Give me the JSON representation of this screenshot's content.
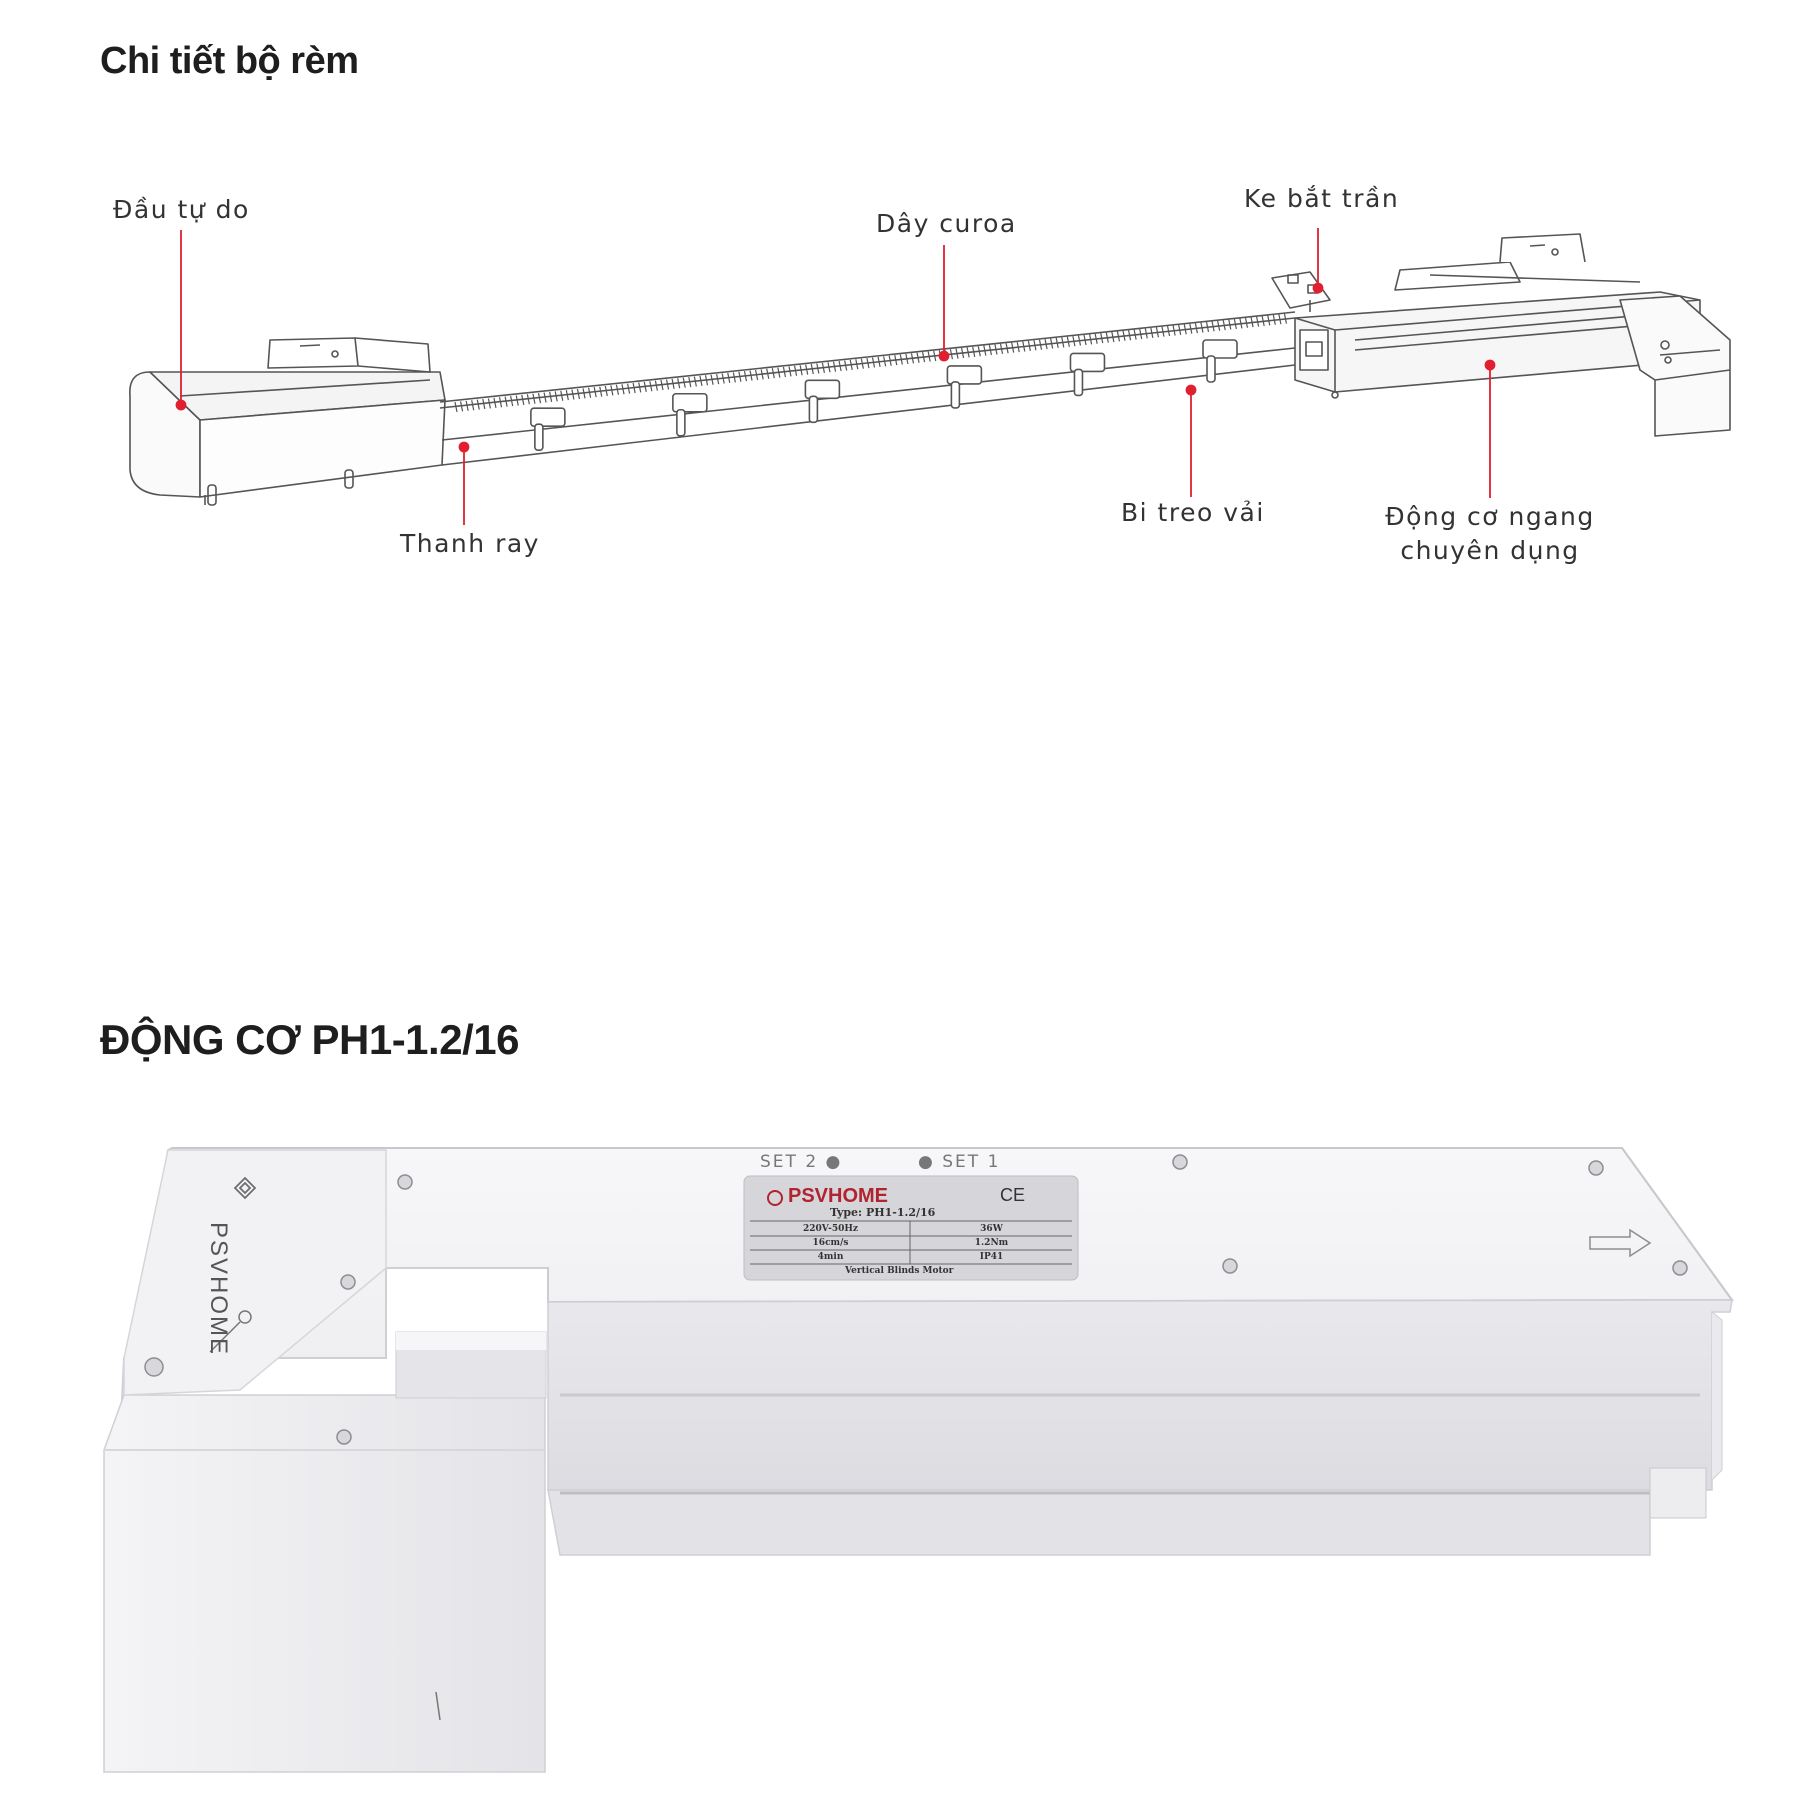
{
  "section1": {
    "title": "Chi tiết bộ rèm",
    "labels": {
      "free_end": "Đầu tự do",
      "belt": "Dây curoa",
      "ceiling_bracket": "Ke bắt trần",
      "rail": "Thanh ray",
      "fabric_hook": "Bi treo vải",
      "motor_line1": "Động cơ ngang",
      "motor_line2": "chuyên dụng"
    }
  },
  "section2": {
    "title": "ĐỘNG CƠ PH1-1.2/16",
    "motor": {
      "side_brand": "PSVHOME",
      "set2": "SET 2",
      "set1": "SET 1",
      "plate": {
        "brand": "PSVHOME",
        "mark": "CE",
        "type": "Type: PH1-1.2/16",
        "specs": [
          [
            "220V-50Hz",
            "36W"
          ],
          [
            "16cm/s",
            "1.2Nm"
          ],
          [
            "4min",
            "IP41"
          ]
        ],
        "footer": "Vertical Blinds Motor"
      }
    }
  },
  "colors": {
    "accent": "#e0202e",
    "line": "#555555",
    "motor_body": "#f2f2f4",
    "plate": "#d6d6da"
  }
}
